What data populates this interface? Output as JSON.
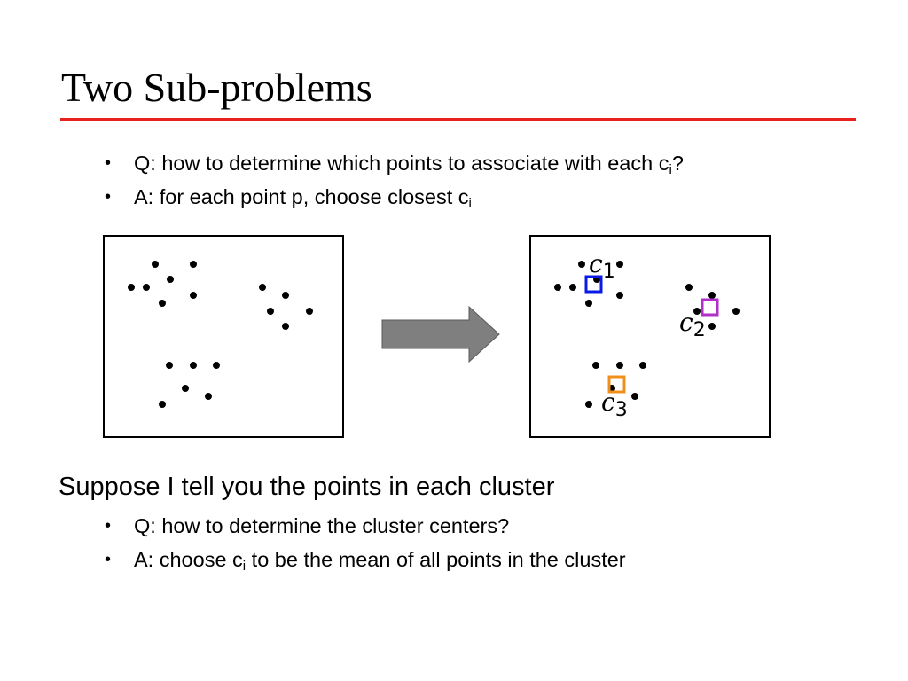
{
  "title": "Two Sub-problems",
  "top_bullets": [
    {
      "pre": "Q:  how to determine which points to associate with each c",
      "sub": "i",
      "post": "?"
    },
    {
      "pre": "A:  for each point p, choose closest c",
      "sub": "i",
      "post": ""
    }
  ],
  "bullet_glyph": "•",
  "section_heading": "Suppose I tell you the points in each cluster",
  "bottom_bullets": [
    {
      "pre": "Q:  how to determine the cluster centers?",
      "sub": "",
      "post": ""
    },
    {
      "pre": "A:  choose c",
      "sub": "i",
      "post": " to be the mean of all points in the cluster"
    }
  ],
  "colors": {
    "rule": "#e8211f",
    "arrow": "#7f7f7f",
    "center_1": "#0a1ae6",
    "center_2": "#b22fc9",
    "center_3": "#f0901c"
  },
  "centers": [
    {
      "letter": "c",
      "index": "1",
      "color": "#0a1ae6"
    },
    {
      "letter": "c",
      "index": "2",
      "color": "#b22fc9"
    },
    {
      "letter": "c",
      "index": "3",
      "color": "#f0901c"
    }
  ]
}
